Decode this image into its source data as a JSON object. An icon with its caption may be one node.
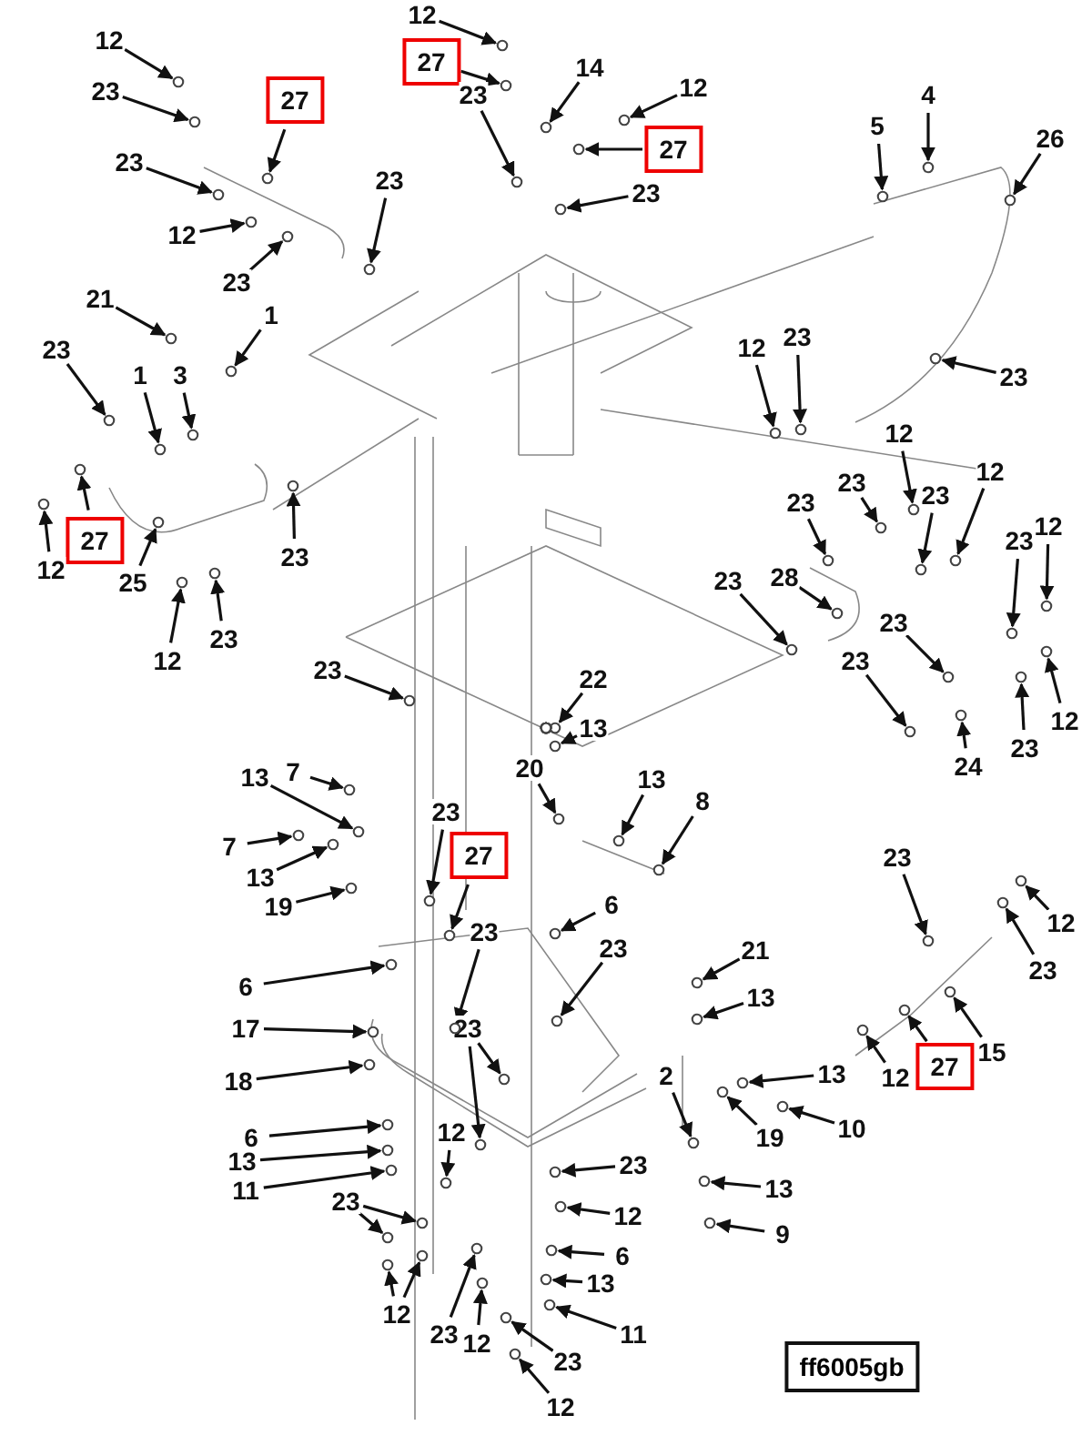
{
  "diagram": {
    "nodes": [
      {
        "text": [
          "12"
        ]
      },
      {
        "text": [
          "23"
        ]
      },
      {
        "text": [
          "27"
        ]
      },
      {
        "text": [
          "23"
        ]
      },
      {
        "text": [
          "12"
        ]
      },
      {
        "text": [
          "23"
        ]
      },
      {
        "text": [
          "23"
        ]
      },
      {
        "text": [
          "21"
        ]
      },
      {
        "text": [
          "1"
        ]
      },
      {
        "text": [
          "23"
        ]
      },
      {
        "text": [
          "1"
        ]
      },
      {
        "text": [
          "3"
        ]
      },
      {
        "text": [
          "27"
        ]
      },
      {
        "text": [
          "12"
        ]
      },
      {
        "text": [
          "25"
        ]
      },
      {
        "text": [
          "23"
        ]
      },
      {
        "text": [
          "12"
        ]
      },
      {
        "text": [
          "23"
        ]
      },
      {
        "text": [
          "23"
        ]
      },
      {
        "text": [
          "12"
        ]
      },
      {
        "text": [
          "27"
        ]
      },
      {
        "text": [
          "23"
        ]
      },
      {
        "text": [
          "14"
        ]
      },
      {
        "text": [
          "12"
        ]
      },
      {
        "text": [
          "27"
        ]
      },
      {
        "text": [
          "23"
        ]
      },
      {
        "text": [
          "5"
        ]
      },
      {
        "text": [
          "4"
        ]
      },
      {
        "text": [
          "26"
        ]
      },
      {
        "text": [
          "12"
        ]
      },
      {
        "text": [
          "23"
        ]
      },
      {
        "text": [
          "23"
        ]
      },
      {
        "text": [
          "12"
        ]
      },
      {
        "text": [
          "23"
        ]
      },
      {
        "text": [
          "23"
        ]
      },
      {
        "text": [
          "12"
        ]
      },
      {
        "text": [
          "23"
        ]
      },
      {
        "text": [
          "23"
        ]
      },
      {
        "text": [
          "28"
        ]
      },
      {
        "text": [
          "23"
        ]
      },
      {
        "text": [
          "12"
        ]
      },
      {
        "text": [
          "23"
        ]
      },
      {
        "text": [
          "23"
        ]
      },
      {
        "text": [
          "24"
        ]
      },
      {
        "text": [
          "23"
        ]
      },
      {
        "text": [
          "12"
        ]
      },
      {
        "text": [
          "7"
        ]
      },
      {
        "text": [
          "13"
        ]
      },
      {
        "text": [
          "7"
        ]
      },
      {
        "text": [
          "13"
        ]
      },
      {
        "text": [
          "19"
        ]
      },
      {
        "text": [
          "23"
        ]
      },
      {
        "text": [
          "27"
        ]
      },
      {
        "text": [
          "23"
        ]
      },
      {
        "text": [
          "23"
        ]
      },
      {
        "text": [
          "20"
        ]
      },
      {
        "text": [
          "22"
        ]
      },
      {
        "text": [
          "13"
        ]
      },
      {
        "text": [
          "13"
        ]
      },
      {
        "text": [
          "8"
        ]
      },
      {
        "text": [
          "6"
        ]
      },
      {
        "text": [
          "23"
        ]
      },
      {
        "text": [
          "6"
        ]
      },
      {
        "text": [
          "17"
        ]
      },
      {
        "text": [
          "18"
        ]
      },
      {
        "text": [
          "6"
        ]
      },
      {
        "text": [
          "13"
        ]
      },
      {
        "text": [
          "11"
        ]
      },
      {
        "text": [
          "23"
        ]
      },
      {
        "text": [
          "12"
        ]
      },
      {
        "text": [
          "12"
        ]
      },
      {
        "text": [
          "23"
        ]
      },
      {
        "text": [
          "12"
        ]
      },
      {
        "text": [
          "23"
        ]
      },
      {
        "text": [
          "12"
        ]
      },
      {
        "text": [
          "6"
        ]
      },
      {
        "text": [
          "13"
        ]
      },
      {
        "text": [
          "11"
        ]
      },
      {
        "text": [
          "23"
        ]
      },
      {
        "text": [
          "12"
        ]
      },
      {
        "text": [
          "21"
        ]
      },
      {
        "text": [
          "13"
        ]
      },
      {
        "text": [
          "2"
        ]
      },
      {
        "text": [
          "19"
        ]
      },
      {
        "text": [
          "13"
        ]
      },
      {
        "text": [
          "10"
        ]
      },
      {
        "text": [
          "13"
        ]
      },
      {
        "text": [
          "9"
        ]
      },
      {
        "text": [
          "23"
        ]
      },
      {
        "text": [
          "12"
        ]
      },
      {
        "text": [
          "23"
        ]
      },
      {
        "text": [
          "12"
        ]
      },
      {
        "text": [
          "27"
        ]
      },
      {
        "text": [
          "15"
        ]
      },
      {
        "text": [],
        "shape": "circle"
      },
      {
        "text": [],
        "shape": "circle"
      },
      {
        "text": [],
        "shape": "circle"
      },
      {
        "text": [],
        "shape": "circle"
      },
      {
        "text": [],
        "shape": "circle"
      },
      {
        "text": [],
        "shape": "circle"
      },
      {
        "text": [],
        "shape": "circle"
      },
      {
        "text": [],
        "shape": "circle"
      },
      {
        "text": [],
        "shape": "circle"
      },
      {
        "text": [],
        "shape": "circle"
      },
      {
        "text": [],
        "shape": "circle"
      },
      {
        "text": [],
        "shape": "circle"
      },
      {
        "text": [],
        "shape": "circle"
      },
      {
        "text": [],
        "shape": "circle"
      },
      {
        "text": [],
        "shape": "circle"
      },
      {
        "text": [],
        "shape": "circle"
      },
      {
        "text": [],
        "shape": "circle"
      },
      {
        "text": [],
        "shape": "circle"
      },
      {
        "text": [],
        "shape": "circle"
      },
      {
        "text": [],
        "shape": "circle"
      },
      {
        "text": [],
        "shape": "circle"
      },
      {
        "text": [],
        "shape": "circle"
      },
      {
        "text": [],
        "shape": "circle"
      },
      {
        "text": [],
        "shape": "circle"
      },
      {
        "text": [],
        "shape": "circle"
      },
      {
        "text": [],
        "shape": "circle"
      },
      {
        "text": [],
        "shape": "circle"
      },
      {
        "text": [],
        "shape": "circle"
      },
      {
        "text": [],
        "shape": "circle"
      },
      {
        "text": [],
        "shape": "circle"
      },
      {
        "text": [],
        "shape": "circle"
      },
      {
        "text": [],
        "shape": "circle"
      },
      {
        "text": [],
        "shape": "circle"
      },
      {
        "text": [],
        "shape": "circle"
      },
      {
        "text": [],
        "shape": "circle"
      },
      {
        "text": [],
        "shape": "circle"
      },
      {
        "text": [],
        "shape": "circle"
      },
      {
        "text": [],
        "shape": "circle"
      },
      {
        "text": [],
        "shape": "circle"
      },
      {
        "text": [],
        "shape": "circle"
      },
      {
        "text": [],
        "shape": "circle"
      },
      {
        "text": [],
        "shape": "circle"
      },
      {
        "text": [],
        "shape": "circle"
      },
      {
        "text": [],
        "shape": "circle"
      },
      {
        "text": [],
        "shape": "circle"
      },
      {
        "text": [],
        "shape": "circle"
      },
      {
        "text": [],
        "shape": "circle"
      },
      {
        "text": [],
        "shape": "circle"
      },
      {
        "text": [],
        "shape": "circle"
      },
      {
        "text": [],
        "shape": "circle"
      },
      {
        "text": [],
        "shape": "circle"
      },
      {
        "text": [],
        "shape": "circle"
      },
      {
        "text": [],
        "shape": "circle"
      },
      {
        "text": [],
        "shape": "circle"
      },
      {
        "text": [],
        "shape": "circle"
      },
      {
        "text": [],
        "shape": "circle"
      },
      {
        "text": [],
        "shape": "circle"
      },
      {
        "text": [],
        "shape": "circle"
      },
      {
        "text": [],
        "shape": "circle"
      },
      {
        "text": [],
        "shape": "circle"
      },
      {
        "text": [],
        "shape": "circle"
      },
      {
        "text": [],
        "shape": "circle"
      },
      {
        "text": [],
        "shape": "circle"
      },
      {
        "text": [],
        "shape": "circle"
      },
      {
        "text": [],
        "shape": "circle"
      },
      {
        "text": [],
        "shape": "circle"
      },
      {
        "text": [],
        "shape": "circle"
      },
      {
        "text": [],
        "shape": "circle"
      },
      {
        "text": [],
        "shape": "circle"
      },
      {
        "text": [],
        "shape": "circle"
      },
      {
        "text": [],
        "shape": "circle"
      },
      {
        "text": [],
        "shape": "circle"
      },
      {
        "text": [],
        "shape": "circle"
      },
      {
        "text": [],
        "shape": "circle"
      },
      {
        "text": [],
        "shape": "circle"
      },
      {
        "text": [],
        "shape": "circle"
      },
      {
        "text": [],
        "shape": "circle"
      },
      {
        "text": [],
        "shape": "circle"
      },
      {
        "text": [],
        "shape": "circle"
      },
      {
        "text": [],
        "shape": "circle"
      },
      {
        "text": [],
        "shape": "circle"
      },
      {
        "text": [],
        "shape": "circle"
      },
      {
        "text": [],
        "shape": "circle"
      },
      {
        "text": [],
        "shape": "circle"
      },
      {
        "text": [],
        "shape": "circle"
      },
      {
        "text": [],
        "shape": "circle"
      },
      {
        "text": [],
        "shape": "circle"
      },
      {
        "text": [],
        "shape": "circle"
      },
      {
        "text": [],
        "shape": "circle"
      },
      {
        "text": [],
        "shape": "circle"
      },
      {
        "text": [],
        "shape": "circle"
      },
      {
        "text": [],
        "shape": "circle"
      },
      {
        "text": [],
        "shape": "circle"
      },
      {
        "text": [],
        "shape": "circle"
      },
      {
        "text": [],
        "shape": "circle"
      },
      {
        "text": [],
        "shape": "circle"
      },
      {
        "text": [],
        "shape": "circle"
      },
      {
        "text": [],
        "shape": "circle"
      },
      {
        "text": [],
        "shape": "circle"
      },
      {
        "text": [],
        "shape": "circle"
      },
      {
        "text": [],
        "shape": "circle"
      },
      {
        "text": [],
        "shape": "circle"
      },
      {
        "text": [],
        "shape": "circle"
      },
      {
        "text": [],
        "shape": "circle"
      },
      {
        "text": [],
        "shape": "circle"
      },
      {
        "text": [],
        "shape": "circle"
      },
      {
        "text": [],
        "shape": "circle"
      }
    ],
    "edges": [
      {
        "from": 0,
        "to": 94,
        "arrow": "to"
      },
      {
        "from": 1,
        "to": 95,
        "arrow": "to"
      },
      {
        "from": 2,
        "to": 96,
        "arrow": "to"
      },
      {
        "from": 3,
        "to": 97,
        "arrow": "to"
      },
      {
        "from": 4,
        "to": 98,
        "arrow": "to"
      },
      {
        "from": 5,
        "to": 99,
        "arrow": "to"
      },
      {
        "from": 6,
        "to": 100,
        "arrow": "to"
      },
      {
        "from": 7,
        "to": 101,
        "arrow": "to"
      },
      {
        "from": 8,
        "to": 102,
        "arrow": "to"
      },
      {
        "from": 9,
        "to": 103,
        "arrow": "to"
      },
      {
        "from": 10,
        "to": 104,
        "arrow": "to"
      },
      {
        "from": 11,
        "to": 105,
        "arrow": "to"
      },
      {
        "from": 12,
        "to": 106,
        "arrow": "to"
      },
      {
        "from": 13,
        "to": 107,
        "arrow": "to"
      },
      {
        "from": 14,
        "to": 108,
        "arrow": "to"
      },
      {
        "from": 15,
        "to": 109,
        "arrow": "to"
      },
      {
        "from": 16,
        "to": 110,
        "arrow": "to"
      },
      {
        "from": 17,
        "to": 111,
        "arrow": "to"
      },
      {
        "from": 18,
        "to": 112,
        "arrow": "to"
      },
      {
        "from": 19,
        "to": 113,
        "arrow": "to"
      },
      {
        "from": 20,
        "to": 114,
        "arrow": "to"
      },
      {
        "from": 21,
        "to": 115,
        "arrow": "to"
      },
      {
        "from": 22,
        "to": 116,
        "arrow": "to"
      },
      {
        "from": 23,
        "to": 117,
        "arrow": "to"
      },
      {
        "from": 24,
        "to": 118,
        "arrow": "to"
      },
      {
        "from": 25,
        "to": 119,
        "arrow": "to"
      },
      {
        "from": 26,
        "to": 120,
        "arrow": "to"
      },
      {
        "from": 27,
        "to": 121,
        "arrow": "to"
      },
      {
        "from": 28,
        "to": 122,
        "arrow": "to"
      },
      {
        "from": 29,
        "to": 123,
        "arrow": "to"
      },
      {
        "from": 30,
        "to": 124,
        "arrow": "to"
      },
      {
        "from": 31,
        "to": 125,
        "arrow": "to"
      },
      {
        "from": 32,
        "to": 126,
        "arrow": "to"
      },
      {
        "from": 33,
        "to": 127,
        "arrow": "to"
      },
      {
        "from": 34,
        "to": 128,
        "arrow": "to"
      },
      {
        "from": 35,
        "to": 129,
        "arrow": "to"
      },
      {
        "from": 36,
        "to": 130,
        "arrow": "to"
      },
      {
        "from": 37,
        "to": 131,
        "arrow": "to"
      },
      {
        "from": 38,
        "to": 132,
        "arrow": "to"
      },
      {
        "from": 39,
        "to": 133,
        "arrow": "to"
      },
      {
        "from": 40,
        "to": 134,
        "arrow": "to"
      },
      {
        "from": 41,
        "to": 135,
        "arrow": "to"
      },
      {
        "from": 42,
        "to": 136,
        "arrow": "to"
      },
      {
        "from": 43,
        "to": 137,
        "arrow": "to"
      },
      {
        "from": 44,
        "to": 138,
        "arrow": "to"
      },
      {
        "from": 45,
        "to": 139,
        "arrow": "to"
      },
      {
        "from": 46,
        "to": 140,
        "arrow": "to"
      },
      {
        "from": 47,
        "to": 141,
        "arrow": "to"
      },
      {
        "from": 48,
        "to": 142,
        "arrow": "to"
      },
      {
        "from": 49,
        "to": 143,
        "arrow": "to"
      },
      {
        "from": 50,
        "to": 144,
        "arrow": "to"
      },
      {
        "from": 51,
        "to": 145,
        "arrow": "to"
      },
      {
        "from": 52,
        "to": 146,
        "arrow": "to"
      },
      {
        "from": 53,
        "to": 147,
        "arrow": "to"
      },
      {
        "from": 54,
        "to": 148,
        "arrow": "to"
      },
      {
        "from": 54,
        "to": 149,
        "arrow": "to"
      },
      {
        "from": 55,
        "to": 150,
        "arrow": "to"
      },
      {
        "from": 56,
        "to": 151,
        "arrow": "to"
      },
      {
        "from": 57,
        "to": 152,
        "arrow": "to"
      },
      {
        "from": 58,
        "to": 153,
        "arrow": "to"
      },
      {
        "from": 59,
        "to": 154,
        "arrow": "to"
      },
      {
        "from": 60,
        "to": 155,
        "arrow": "to"
      },
      {
        "from": 61,
        "to": 156,
        "arrow": "to"
      },
      {
        "from": 62,
        "to": 157,
        "arrow": "to"
      },
      {
        "from": 63,
        "to": 158,
        "arrow": "to"
      },
      {
        "from": 64,
        "to": 159,
        "arrow": "to"
      },
      {
        "from": 65,
        "to": 160,
        "arrow": "to"
      },
      {
        "from": 66,
        "to": 161,
        "arrow": "to"
      },
      {
        "from": 67,
        "to": 162,
        "arrow": "to"
      },
      {
        "from": 68,
        "to": 163,
        "arrow": "to"
      },
      {
        "from": 68,
        "to": 164,
        "arrow": "to"
      },
      {
        "from": 69,
        "to": 165,
        "arrow": "to"
      },
      {
        "from": 70,
        "to": 166,
        "arrow": "to"
      },
      {
        "from": 70,
        "to": 167,
        "arrow": "to"
      },
      {
        "from": 71,
        "to": 168,
        "arrow": "to"
      },
      {
        "from": 72,
        "to": 169,
        "arrow": "to"
      },
      {
        "from": 73,
        "to": 170,
        "arrow": "to"
      },
      {
        "from": 74,
        "to": 171,
        "arrow": "to"
      },
      {
        "from": 75,
        "to": 172,
        "arrow": "to"
      },
      {
        "from": 76,
        "to": 173,
        "arrow": "to"
      },
      {
        "from": 77,
        "to": 174,
        "arrow": "to"
      },
      {
        "from": 78,
        "to": 175,
        "arrow": "to"
      },
      {
        "from": 79,
        "to": 176,
        "arrow": "to"
      },
      {
        "from": 80,
        "to": 177,
        "arrow": "to"
      },
      {
        "from": 81,
        "to": 178,
        "arrow": "to"
      },
      {
        "from": 82,
        "to": 179,
        "arrow": "to"
      },
      {
        "from": 83,
        "to": 180,
        "arrow": "to"
      },
      {
        "from": 84,
        "to": 181,
        "arrow": "to"
      },
      {
        "from": 85,
        "to": 182,
        "arrow": "to"
      },
      {
        "from": 86,
        "to": 183,
        "arrow": "to"
      },
      {
        "from": 87,
        "to": 184,
        "arrow": "to"
      },
      {
        "from": 88,
        "to": 185,
        "arrow": "to"
      },
      {
        "from": 89,
        "to": 186,
        "arrow": "to"
      },
      {
        "from": 90,
        "to": 187,
        "arrow": "to"
      },
      {
        "from": 91,
        "to": 188,
        "arrow": "to"
      },
      {
        "from": 92,
        "to": 189,
        "arrow": "to"
      },
      {
        "from": 93,
        "to": 190,
        "arrow": "to"
      }
    ],
    "labels": [
      "ff6005gb"
    ]
  }
}
